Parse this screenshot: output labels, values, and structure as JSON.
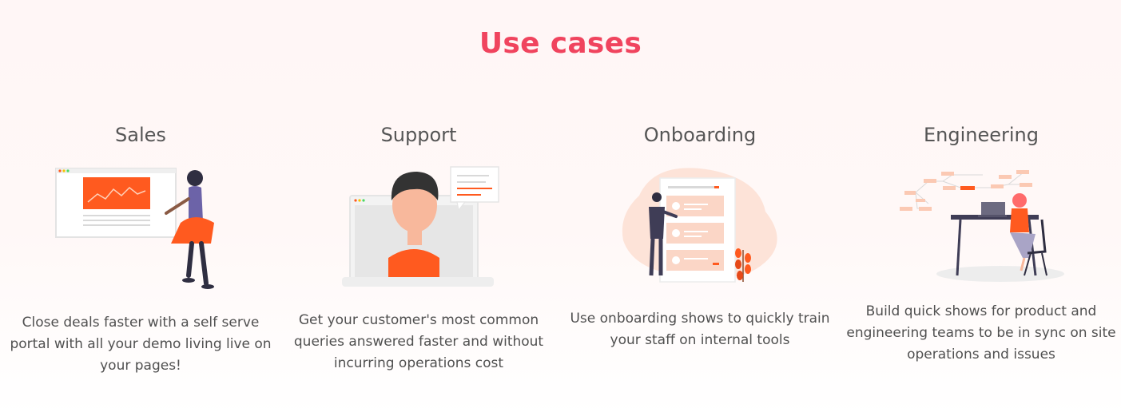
{
  "section": {
    "title": "Use cases"
  },
  "cards": [
    {
      "heading": "Sales",
      "description": "Close deals faster with a self serve portal with all your demo living live on your pages!"
    },
    {
      "heading": "Support",
      "description": "Get your customer's most common queries answered faster and without incurring operations cost"
    },
    {
      "heading": "Onboarding",
      "description": "Use onboarding shows to quickly train your staff on internal tools"
    },
    {
      "heading": "Engineering",
      "description": "Build quick shows for product and engineering teams to be in sync on site operations and issues"
    }
  ],
  "colors": {
    "accent": "#f0445e",
    "orange": "#ff5a1f",
    "peach": "#fbc9b3",
    "text": "#505050"
  },
  "icons": [
    "sales-illustration",
    "support-illustration",
    "onboarding-illustration",
    "engineering-illustration"
  ]
}
